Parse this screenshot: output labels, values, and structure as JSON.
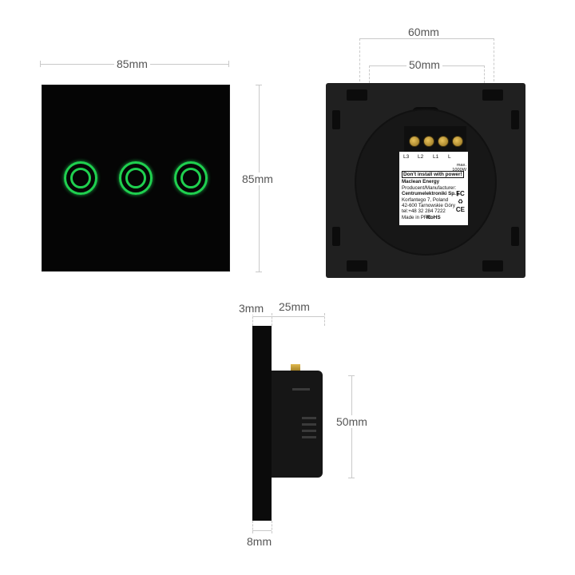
{
  "dimensions": {
    "front_width": "85mm",
    "front_height": "85mm",
    "back_outer_spacing": "60mm",
    "back_inner_spacing": "50mm",
    "side_plate_thickness": "3mm",
    "side_body_depth": "25mm",
    "side_body_height": "50mm",
    "side_total_thickness": "8mm"
  },
  "front_panel": {
    "touch_buttons": 3,
    "indicator_color": "#1fd04f",
    "glass_color": "#050505"
  },
  "back_panel": {
    "terminals": [
      "L3",
      "L2",
      "L1",
      "L"
    ],
    "label": {
      "max_power_heading": "max.",
      "max_power": "1000W",
      "warning": "Don't install with power!",
      "brand": "Maclean Energy",
      "producer_heading": "Producent/Manufacturer:",
      "company": "Centrumelektroniki Sp. j.",
      "street": "Korfantego 7, Poland",
      "city": "42-600 Tarnowskie Góry",
      "phone": "tel:+48 32 284 7222",
      "origin": "Made in PRC.",
      "mark_fc": "FC",
      "mark_rohs": "RoHS",
      "mark_ce": "CE"
    }
  }
}
